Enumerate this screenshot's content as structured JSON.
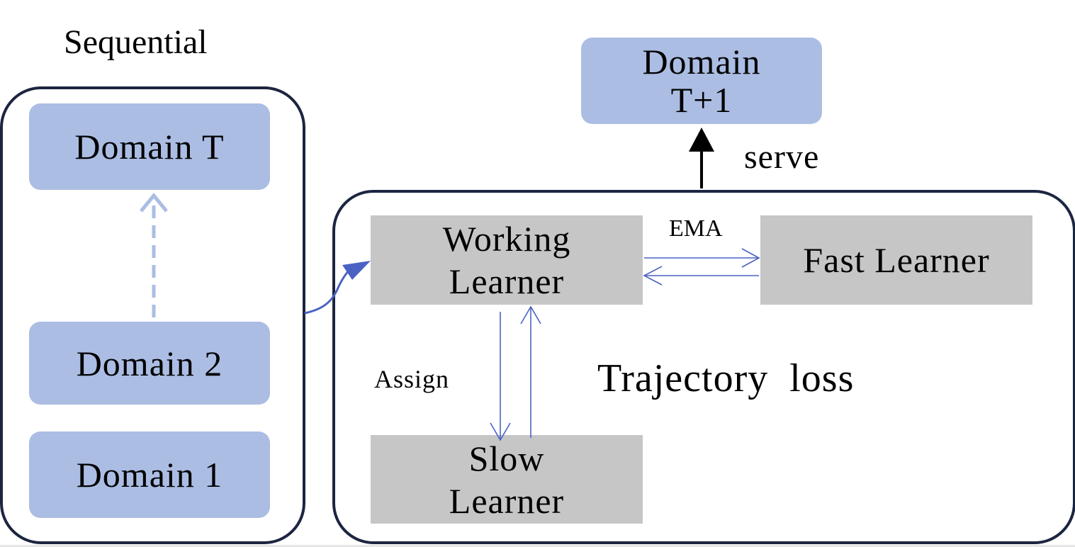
{
  "diagram": {
    "sequential_label": "Sequential",
    "domains": [
      {
        "id": "domain-t",
        "label": "Domain T"
      },
      {
        "id": "domain-2",
        "label": "Domain 2"
      },
      {
        "id": "domain-1",
        "label": "Domain 1"
      }
    ],
    "target_domain": {
      "line1": "Domain",
      "line2": "T+1"
    },
    "serve_label": "serve",
    "working_learner": {
      "line1": "Working",
      "line2": "Learner"
    },
    "fast_learner": {
      "label": "Fast Learner"
    },
    "slow_learner": {
      "line1": "Slow",
      "line2": "Learner"
    },
    "ema_label": "EMA",
    "assign_label": "Assign",
    "trajectory_loss_label": "Trajectory  loss",
    "colors": {
      "domain_fill": "#abbde3",
      "learner_fill": "#c6c6c6",
      "container_border": "#1c2540",
      "arrow_blue": "#4a62c4",
      "dashed_arrow": "#abbde3"
    }
  }
}
